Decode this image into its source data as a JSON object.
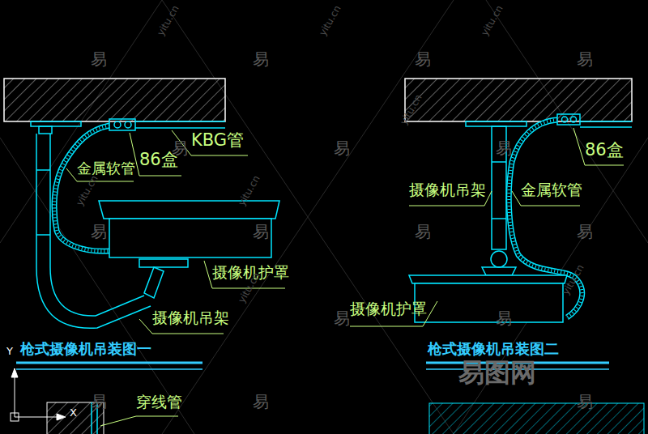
{
  "diagram": {
    "labels": [
      "金属软管",
      "86盒",
      "KBG管",
      "摄像机护罩",
      "摄像机吊架",
      "枪式摄像机吊装图一",
      "摄像机吊架",
      "金属软管",
      "86盒",
      "摄像机护罩",
      "枪式摄像机吊装图二",
      "穿线管",
      "Y",
      "X",
      "易图网",
      "易",
      "易",
      "易",
      "易",
      "易",
      "易",
      "易",
      "易",
      "易",
      "易",
      "易",
      "易",
      "易",
      "易",
      "易",
      "易",
      "yitu.cn",
      "yitu.cn",
      "yitu.cn",
      "yitu.cn",
      "yitu.cn",
      "yitu.cn",
      "yitu.cn",
      "yitu.cn"
    ]
  }
}
